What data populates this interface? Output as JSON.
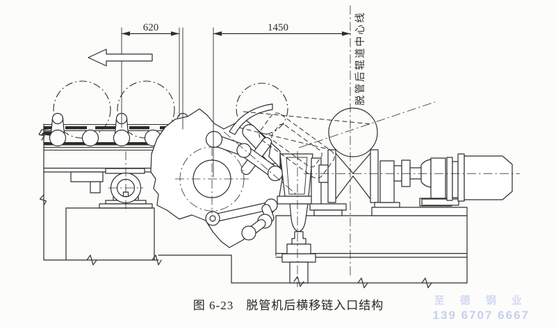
{
  "figure": {
    "caption_prefix": "图 6-23",
    "caption_title": "脱管机后横移链入口结构"
  },
  "dimensions": {
    "dim_620": "620",
    "dim_1450": "1450"
  },
  "labels": {
    "roller_centerline": "脱管后辊道中心线"
  },
  "watermark": {
    "line1": "至 德 钢 业",
    "line2": "139 6707 6667",
    "color": "#c7d0ed"
  },
  "drawing": {
    "ink_color": "#2e2c2a",
    "paper_color": "#fcfcfa",
    "icons": [
      "left-direction-arrow-icon",
      "dimension-arrow-icon",
      "centerline-icon",
      "break-mark-icon"
    ]
  }
}
